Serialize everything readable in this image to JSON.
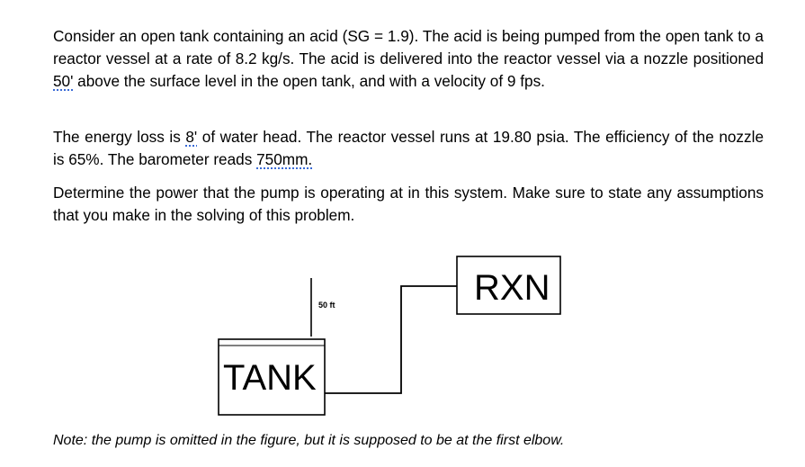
{
  "problem": {
    "p1_a": "Consider an open tank containing an acid (SG = 1.9). The acid is being pumped from the open tank to a reactor vessel at a rate of 8.2 kg/s. The acid is delivered into the reactor vessel via a nozzle positioned ",
    "p1_height": "50'",
    "p1_b": " above the surface level in the open tank, and with a velocity of 9 fps.",
    "p2_a": "The energy loss is ",
    "p2_loss": "8'",
    "p2_b": " of water head. The reactor vessel runs at 19.80 psia. The efficiency of the nozzle is 65%. The barometer reads ",
    "p2_baro": "750mm.",
    "p3": "Determine the power that the pump is operating at in this system. Make sure to state any assumptions that you make in the solving of this problem."
  },
  "diagram": {
    "tank_label": "TANK",
    "reactor_label": "RXN",
    "height_label": "50 ft"
  },
  "note": "Note: the pump is omitted in the figure, but it is supposed to be at the first elbow."
}
